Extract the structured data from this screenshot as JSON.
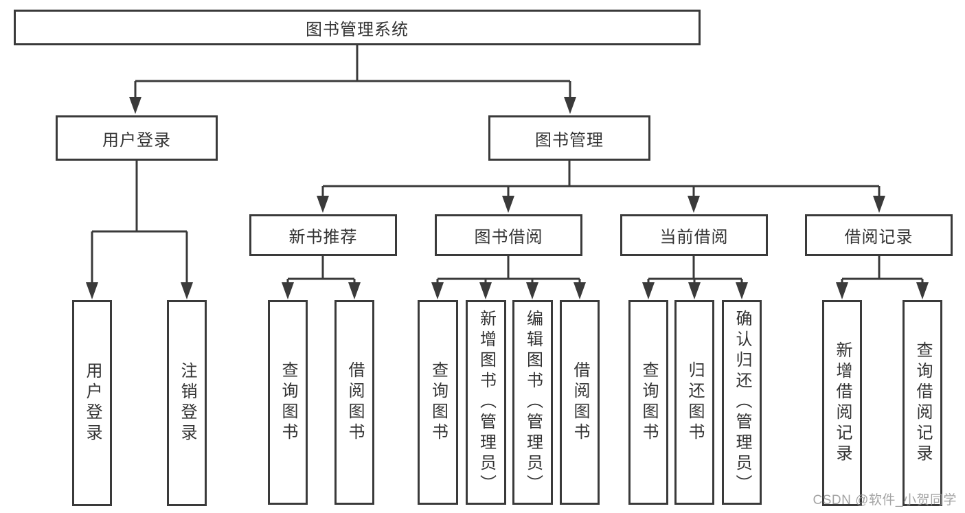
{
  "colors": {
    "line": "#3a3a3a",
    "text": "#333333",
    "box_background": "#ffffff",
    "watermark": "#949494"
  },
  "watermark": {
    "text": "CSDN @软件_小贺同学"
  },
  "tree": {
    "root": {
      "label": "图书管理系统",
      "children": [
        {
          "label": "用户登录",
          "children": [
            {
              "label": "用户登录"
            },
            {
              "label": "注销登录"
            }
          ]
        },
        {
          "label": "图书管理",
          "children": [
            {
              "label": "新书推荐",
              "children": [
                {
                  "label": "查询图书"
                },
                {
                  "label": "借阅图书"
                }
              ]
            },
            {
              "label": "图书借阅",
              "children": [
                {
                  "label": "查询图书"
                },
                {
                  "label": "新增图书（管理员）"
                },
                {
                  "label": "编辑图书（管理员）"
                },
                {
                  "label": "借阅图书"
                }
              ]
            },
            {
              "label": "当前借阅",
              "children": [
                {
                  "label": "查询图书"
                },
                {
                  "label": "归还图书"
                },
                {
                  "label": "确认归还（管理员）"
                }
              ]
            },
            {
              "label": "借阅记录",
              "children": [
                {
                  "label": "新增借阅记录"
                },
                {
                  "label": "查询借阅记录"
                }
              ]
            }
          ]
        }
      ]
    }
  }
}
